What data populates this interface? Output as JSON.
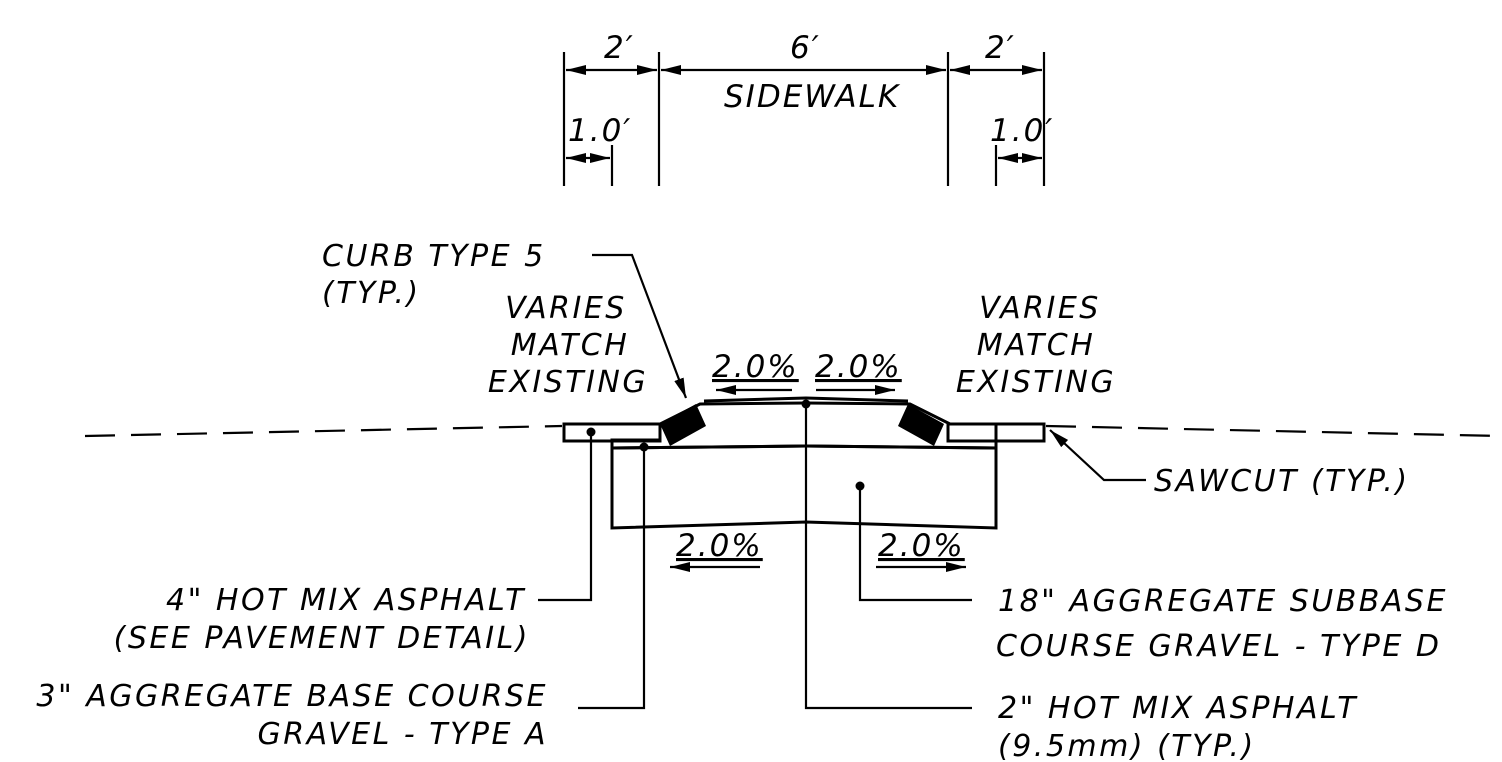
{
  "dimensions": {
    "left_width": "2′",
    "sidewalk_width": "6′",
    "right_width": "2′",
    "sidewalk_label": "SIDEWALK",
    "left_offset": "1.0′",
    "right_offset": "1.0′"
  },
  "labels": {
    "curb_line1": "CURB TYPE 5",
    "curb_line2": "(TYP.)",
    "varies_left": [
      "VARIES",
      "MATCH",
      "EXISTING"
    ],
    "varies_right": [
      "VARIES",
      "MATCH",
      "EXISTING"
    ],
    "slope_top_left": "2.0%",
    "slope_top_right": "2.0%",
    "slope_bottom_left": "2.0%",
    "slope_bottom_right": "2.0%",
    "sawcut": "SAWCUT (TYP.)",
    "hma4_line1": "4\" HOT MIX ASPHALT",
    "hma4_line2": "(SEE PAVEMENT DETAIL)",
    "agg3_line1": "3\" AGGREGATE BASE COURSE",
    "agg3_line2": "GRAVEL - TYPE A",
    "agg18_line1": "18\" AGGREGATE SUBBASE",
    "agg18_line2": "COURSE GRAVEL - TYPE D",
    "hma2_line1": "2\" HOT MIX ASPHALT",
    "hma2_line2": "(9.5mm) (TYP.)"
  },
  "colors": {
    "line": "#000000",
    "asphalt_patch": "#bdbdbd",
    "curb": "#000000",
    "background": "#ffffff"
  }
}
